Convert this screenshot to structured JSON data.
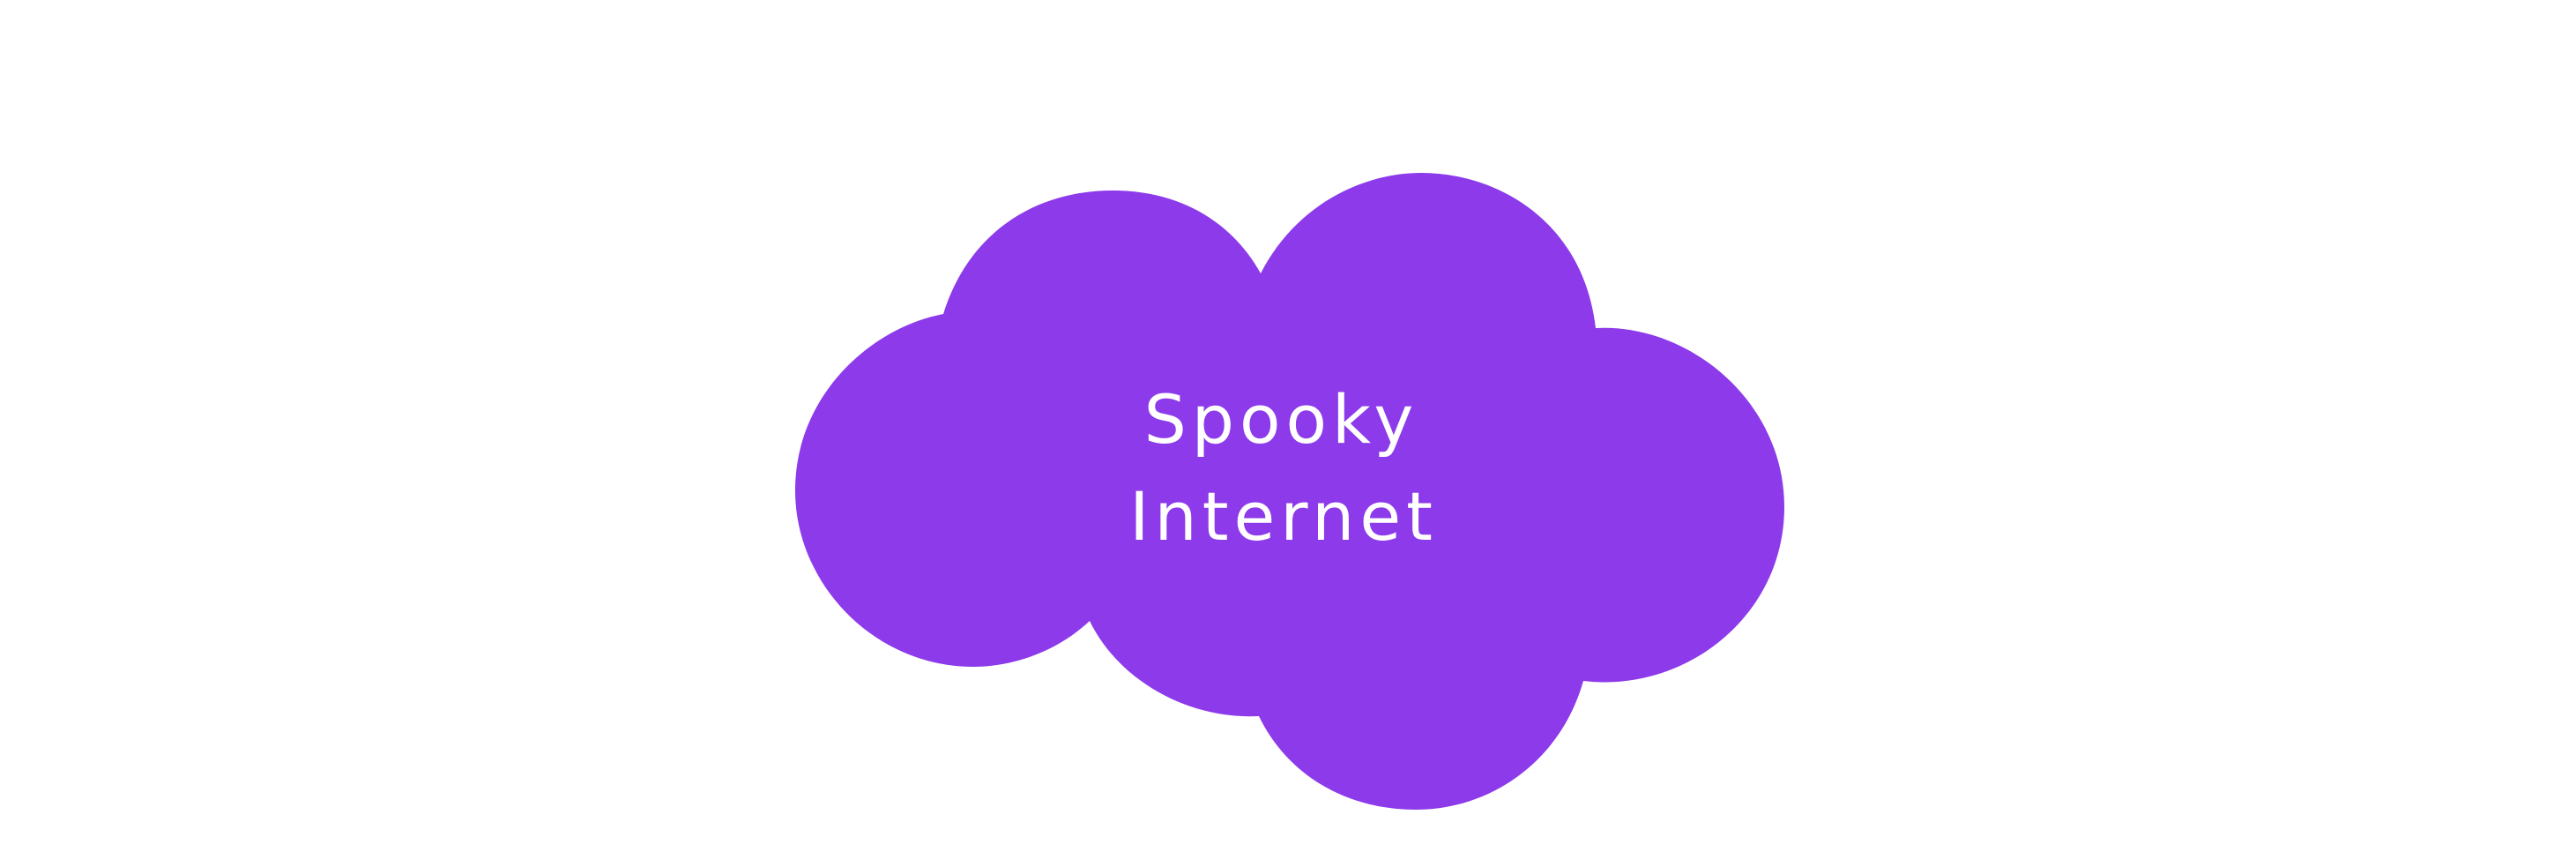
{
  "diagram": {
    "node": {
      "label_lines": [
        "Spooky",
        "Internet"
      ],
      "fill_color": "#8c3aea",
      "text_color": "#ffffff",
      "shape": "cloud"
    },
    "background_color": "#ffffff"
  }
}
